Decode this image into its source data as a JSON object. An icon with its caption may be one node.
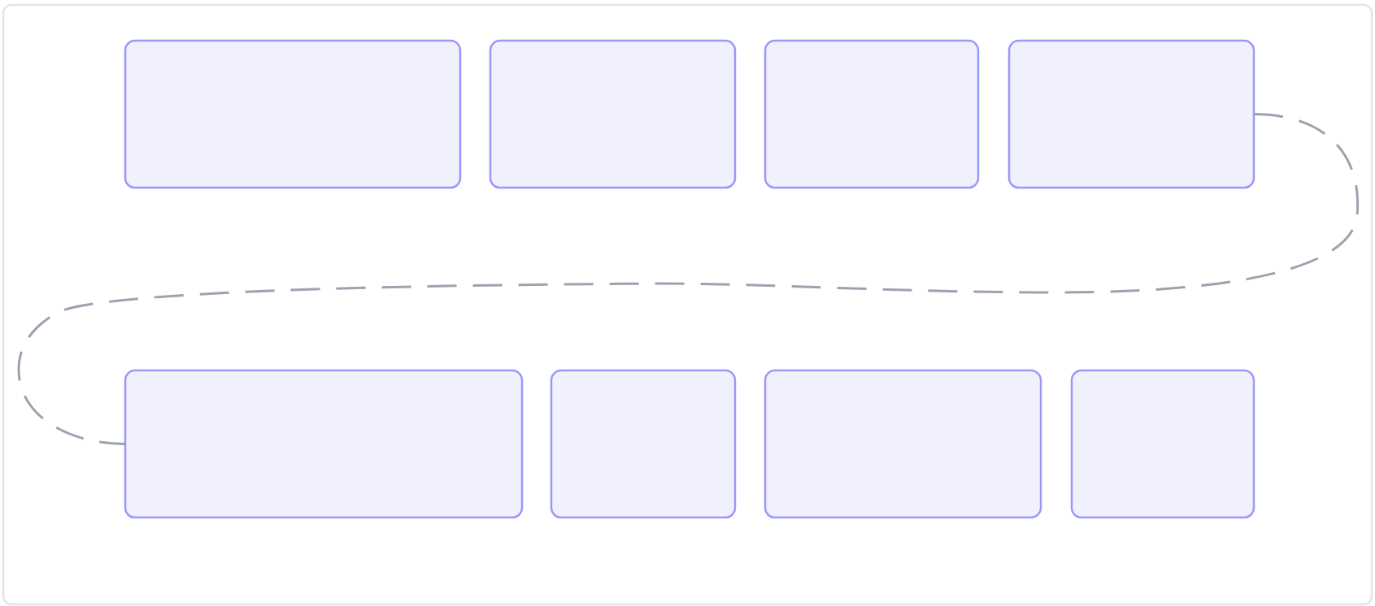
{
  "diagram": {
    "nodes": [
      {
        "text": [],
        "shape": "box"
      },
      {
        "text": [],
        "shape": "box"
      },
      {
        "text": [],
        "shape": "box"
      },
      {
        "text": [],
        "shape": "box"
      },
      {
        "text": [],
        "shape": "box"
      },
      {
        "text": [],
        "shape": "box"
      },
      {
        "text": [],
        "shape": "box"
      },
      {
        "text": [],
        "shape": "box"
      }
    ],
    "edges": [
      {
        "from": 3,
        "to": 4,
        "arrow": "none",
        "style": "dashed"
      }
    ]
  }
}
